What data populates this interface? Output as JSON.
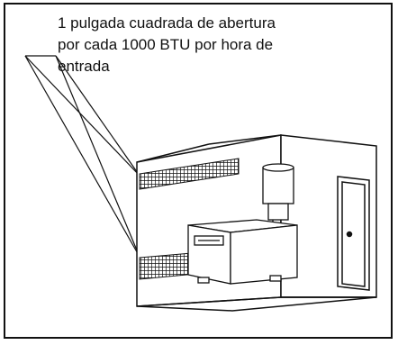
{
  "caption": {
    "lines": [
      "1 pulgada cuadrada de abertura",
      "por cada 1000 BTU por hora de",
      "entrada"
    ]
  },
  "figure": {
    "components": [
      "room",
      "upper-vent-grille",
      "lower-vent-grille",
      "boiler",
      "water-heater",
      "door"
    ]
  }
}
